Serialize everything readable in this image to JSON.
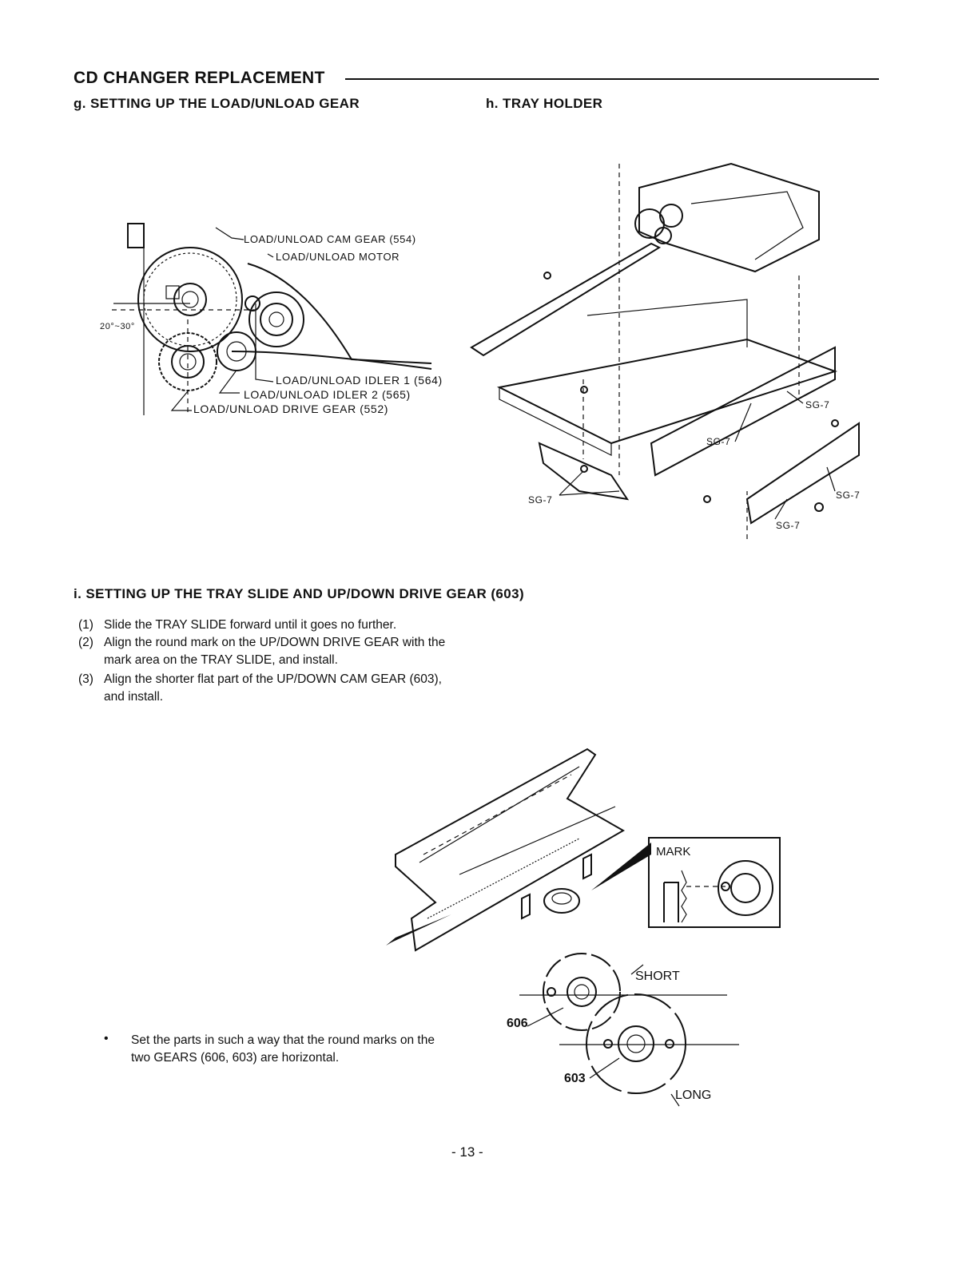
{
  "header": {
    "title": "CD CHANGER REPLACEMENT",
    "section_g": "g.  SETTING UP THE LOAD/UNLOAD GEAR",
    "section_h": "h.  TRAY HOLDER",
    "section_i": "i.  SETTING UP THE TRAY SLIDE AND UP/DOWN DRIVE GEAR (603)"
  },
  "figure_g": {
    "labels": {
      "cam_gear": "LOAD/UNLOAD  CAM GEAR (554)",
      "motor": "LOAD/UNLOAD MOTOR",
      "idler1": "LOAD/UNLOAD IDLER 1 (564)",
      "idler2": "LOAD/UNLOAD  IDLER 2 (565)",
      "drive_gear": "LOAD/UNLOAD  DRIVE  GEAR (552)",
      "angle": "20°~30°"
    }
  },
  "figure_h": {
    "labels": {
      "sg7_a": "SG-7",
      "sg7_b": "SG-7",
      "sg7_c": "SG-7",
      "sg7_d": "SG-7",
      "sg7_e": "SG-7"
    }
  },
  "steps": [
    {
      "num": "(1)",
      "text": "Slide the TRAY SLIDE forward until it goes no further."
    },
    {
      "num": "(2)",
      "text": "Align the round mark on the UP/DOWN DRIVE GEAR with the mark area on the TRAY SLIDE, and install."
    },
    {
      "num": "(3)",
      "text": "Align the shorter flat part of the UP/DOWN CAM GEAR (603), and install."
    }
  ],
  "figure_i": {
    "mark_label": "MARK",
    "short_label": "SHORT",
    "long_label": "LONG",
    "gear_606": "606",
    "gear_603": "603"
  },
  "note": {
    "bullet": "•",
    "text": "Set the parts in such a way that the round marks on the two GEARS (606, 603) are horizontal."
  },
  "footer": {
    "page_number": "- 13 -"
  }
}
